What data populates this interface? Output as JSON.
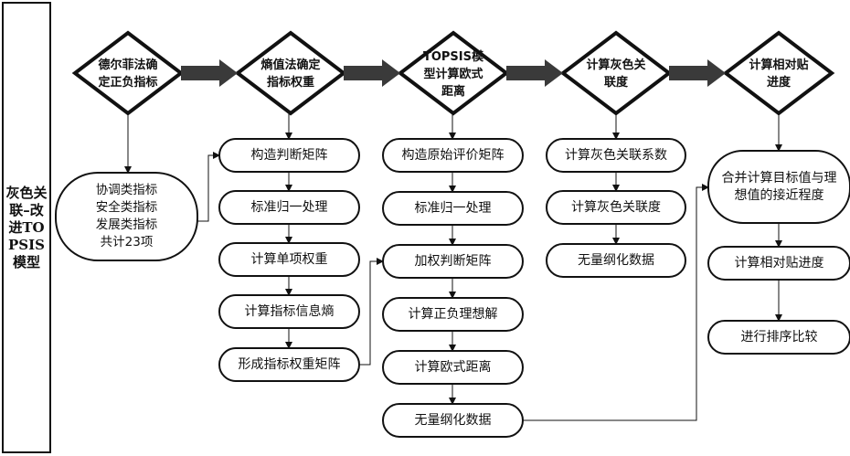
{
  "side_title": "灰色关联–改进TOPSIS模型",
  "stages": [
    {
      "label": "德尔菲法确定正负指标"
    },
    {
      "label": "熵值法确定指标权重"
    },
    {
      "label": "TOPSIS模型计算欧式距离"
    },
    {
      "label": "计算灰色关联度"
    },
    {
      "label": "计算相对贴进度"
    }
  ],
  "col1": {
    "items": [
      {
        "label": "协调类指标\n安全类指标\n发展类指标\n共计23项"
      }
    ]
  },
  "col2": {
    "items": [
      {
        "label": "构造判断矩阵"
      },
      {
        "label": "标准归一处理"
      },
      {
        "label": "计算单项权重"
      },
      {
        "label": "计算指标信息熵"
      },
      {
        "label": "形成指标权重矩阵"
      }
    ]
  },
  "col3": {
    "items": [
      {
        "label": "构造原始评价矩阵"
      },
      {
        "label": "标准归一处理"
      },
      {
        "label": "加权判断矩阵"
      },
      {
        "label": "计算正负理想解"
      },
      {
        "label": "计算欧式距离"
      },
      {
        "label": "无量纲化数据"
      }
    ]
  },
  "col4": {
    "items": [
      {
        "label": "计算灰色关联系数"
      },
      {
        "label": "计算灰色关联度"
      },
      {
        "label": "无量纲化数据"
      }
    ]
  },
  "col5": {
    "items": [
      {
        "label": "合并计算目标值与理想值的接近程度"
      },
      {
        "label": "计算相对贴进度"
      },
      {
        "label": "进行排序比较"
      }
    ]
  }
}
